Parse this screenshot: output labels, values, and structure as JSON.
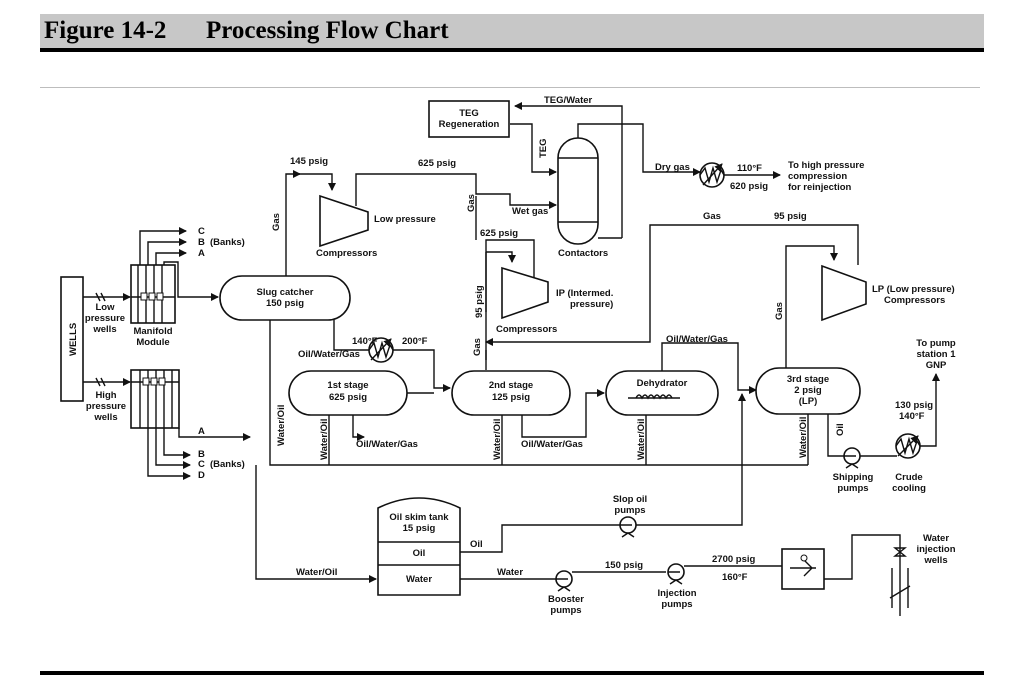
{
  "figure": {
    "number": "Figure 14-2",
    "title": "Processing Flow Chart"
  },
  "labels": {
    "wells": "WELLS",
    "low_pressure_wells": [
      "Low",
      "pressure",
      "wells"
    ],
    "high_pressure_wells": [
      "High",
      "pressure",
      "wells"
    ],
    "manifold_module": [
      "Manifold",
      "Module"
    ],
    "bank_c_top": "C",
    "bank_b_top": "B",
    "banks_top": "(Banks)",
    "bank_a_top": "A",
    "bank_a_bottom": "A",
    "bank_b_bottom": "B",
    "bank_c_bottom": "C",
    "banks_bottom": "(Banks)",
    "bank_d_bottom": "D",
    "slug_catcher": [
      "Slug catcher",
      "150 psig"
    ],
    "gas_slug": "Gas",
    "psig_145": "145 psig",
    "psig_625_top": "625 psig",
    "low_pressure": "Low pressure",
    "compressors_lp": "Compressors",
    "teg_regeneration": [
      "TEG",
      "Regeneration"
    ],
    "teg_water": "TEG/Water",
    "teg": "TEG",
    "gas_vertical_mid": "Gas",
    "wet_gas": "Wet gas",
    "contactors": "Contactors",
    "dry_gas": "Dry gas",
    "temp_110": "110°F",
    "psig_620": "620 psig",
    "to_high_pressure": [
      "To high pressure",
      "compression",
      "for reinjection"
    ],
    "gas_top_right": "Gas",
    "psig_95_top": "95 psig",
    "psig_625_ip": "625 psig",
    "psig_95_vertical": "95 psig",
    "ip_label": [
      "IP (Intermed.",
      "pressure)"
    ],
    "compressors_ip": "Compressors",
    "gas_vertical_2nd": "Gas",
    "heater_140": "140°F",
    "heater_200": "200°F",
    "oil_water_gas_heater": "Oil/Water/Gas",
    "stage1": [
      "1st stage",
      "625 psig"
    ],
    "stage2": [
      "2nd stage",
      "125 psig"
    ],
    "dehydrator": "Dehydrator",
    "stage3": [
      "3rd stage",
      "2 psig",
      "(LP)"
    ],
    "oil_water_gas_top": "Oil/Water/Gas",
    "gas_vertical_3rd": "Gas",
    "lp_compressors": [
      "LP (Low pressure)",
      "Compressors"
    ],
    "to_pump_station": [
      "To pump",
      "station 1",
      "GNP"
    ],
    "psig_130": "130 psig",
    "temp_140_right": "140°F",
    "water_oil_v1": "Water/Oil",
    "water_oil_v2": "Water/Oil",
    "oil_water_gas_s1": "Oil/Water/Gas",
    "water_oil_v3": "Water/Oil",
    "oil_water_gas_s2": "Oil/Water/Gas",
    "water_oil_v4": "Water/Oil",
    "water_oil_v5": "Water/Oil",
    "oil_v": "Oil",
    "shipping_pumps": [
      "Shipping",
      "pumps"
    ],
    "crude_cooling": [
      "Crude",
      "cooling"
    ],
    "oil_skim_tank": [
      "Oil skim tank",
      "15 psig"
    ],
    "tank_oil": "Oil",
    "tank_water": "Water",
    "oil_out": "Oil",
    "slop_oil_pumps": [
      "Slop oil",
      "pumps"
    ],
    "water_oil_bottom": "Water/Oil",
    "water_out": "Water",
    "psig_150": "150 psig",
    "booster_pumps": [
      "Booster",
      "pumps"
    ],
    "injection_pumps": [
      "Injection",
      "pumps"
    ],
    "psig_2700": "2700 psig",
    "temp_160": "160°F",
    "water_injection_wells": [
      "Water",
      "injection",
      "wells"
    ]
  }
}
